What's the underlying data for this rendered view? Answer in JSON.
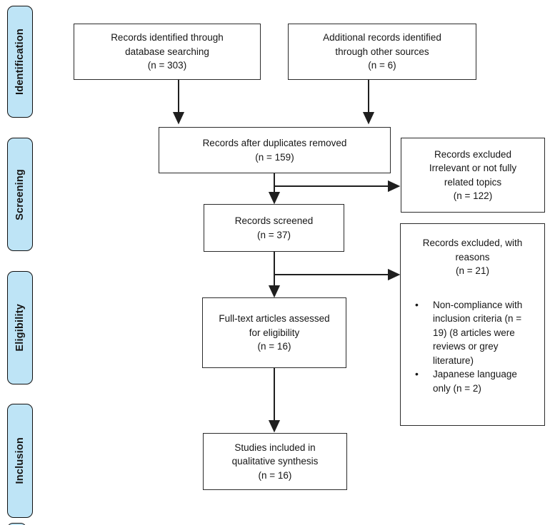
{
  "sidebar": {
    "stages": [
      "Identification",
      "Screening",
      "Eligibility",
      "Inclusion"
    ]
  },
  "boxes": {
    "identified_db": "Records identified through\ndatabase searching\n(n = 303)",
    "identified_other": "Additional records identified\nthrough other sources\n(n = 6)",
    "after_duplicates": "Records after duplicates removed\n(n = 159)",
    "screened": "Records screened\n(n = 37)",
    "excluded_irrelevant": "Records excluded\nIrrelevant or not fully\nrelated topics\n(n = 122)",
    "excluded_reasons_title": "Records excluded, with\nreasons\n(n = 21)",
    "excluded_reasons_bullets": [
      "Non-compliance with inclusion criteria (n = 19) (8 articles were reviews or grey literature)",
      "Japanese language only (n = 2)"
    ],
    "fulltext": "Full-text articles assessed\nfor eligibility\n(n = 16)",
    "included": "Studies included in\nqualitative synthesis\n(n = 16)"
  },
  "icons": {
    "bullet": "•"
  },
  "colors": {
    "stage_fill": "#BEE4F6",
    "arrow": "#1f1f1f",
    "box_border": "#2b2b2b"
  }
}
